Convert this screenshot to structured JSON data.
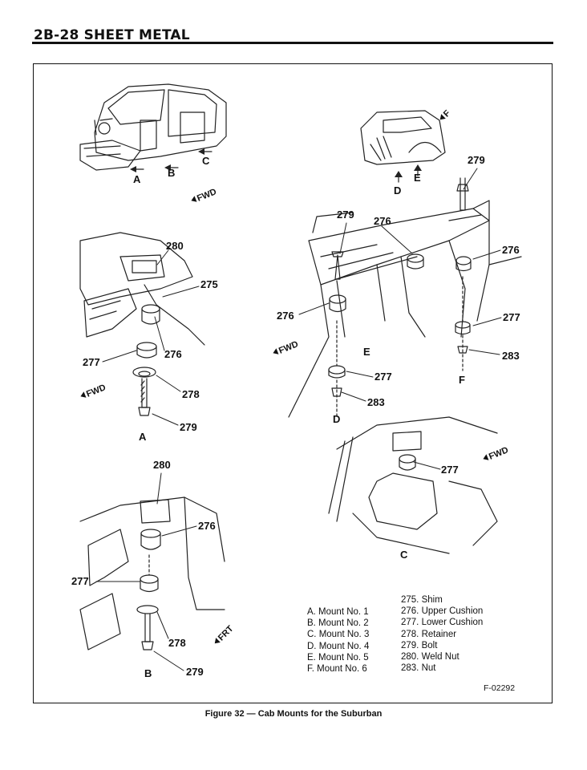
{
  "header": {
    "title": "2B-28 SHEET METAL"
  },
  "figure": {
    "caption": "Figure 32 — Cab Mounts for the Suburban",
    "id": "F-02292",
    "callouts": [
      "275",
      "276",
      "277",
      "278",
      "279",
      "280",
      "283"
    ],
    "view_labels": [
      "A",
      "B",
      "C",
      "D",
      "E",
      "F"
    ],
    "direction_labels": {
      "fwd": "FWD",
      "frt": "FRT",
      "f": "F"
    }
  },
  "legend": {
    "mounts": [
      "A. Mount No. 1",
      "B. Mount No. 2",
      "C. Mount No. 3",
      "D. Mount No. 4",
      "E. Mount No. 5",
      "F. Mount No. 6"
    ],
    "parts": [
      "275. Shim",
      "276. Upper Cushion",
      "277. Lower Cushion",
      "278. Retainer",
      "279. Bolt",
      "280. Weld Nut",
      "283. Nut"
    ]
  }
}
